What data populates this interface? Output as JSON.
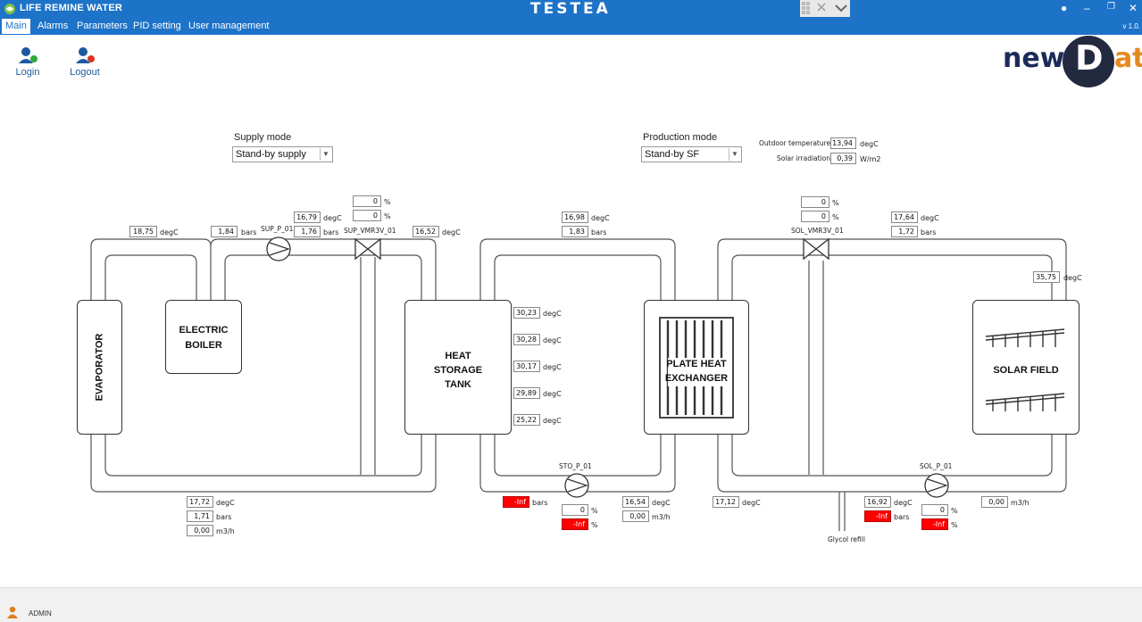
{
  "app": {
    "title": "LIFE REMINE WATER",
    "brand": "TESTEA",
    "version": "v 1.0."
  },
  "menu": [
    "Main",
    "Alarms",
    "Parameters",
    "PID setting",
    "User management"
  ],
  "toolbar": {
    "login": "Login",
    "logout": "Logout"
  },
  "logo": {
    "part1": "new",
    "part2": "D",
    "part3": "at"
  },
  "supply_mode": {
    "label": "Supply mode",
    "value": "Stand-by supply"
  },
  "production_mode": {
    "label": "Production mode",
    "value": "Stand-by SF"
  },
  "weather": {
    "outdoor_label": "Outdoor temperature",
    "outdoor_value": "13,94",
    "outdoor_unit": "degC",
    "irradiation_label": "Solar irradiation",
    "irradiation_value": "0,39",
    "irradiation_unit": "W/m2"
  },
  "units": {
    "degC": "degC",
    "bars": "bars",
    "pct": "%",
    "flow": "m3/h"
  },
  "components": {
    "evaporator": "EVAPORATOR",
    "boiler": [
      "ELECTRIC",
      "BOILER"
    ],
    "tank": [
      "HEAT",
      "STORAGE",
      "TANK"
    ],
    "phe": [
      "PLATE HEAT",
      "EXCHANGER"
    ],
    "solar": "SOLAR FIELD",
    "glycol": "Glycol refill"
  },
  "tags": {
    "sup_pump": "SUP_P_01",
    "sup_valve": "SUP_VMR3V_01",
    "sto_pump": "STO_P_01",
    "sol_valve": "SOL_VMR3V_01",
    "sol_pump": "SOL_P_01"
  },
  "values": {
    "t_evap_top": "18,75",
    "p_sup_in": "1,84",
    "t_sup_pump": "16,79",
    "p_sup_pump": "1,76",
    "sup_valve_a": "0",
    "sup_valve_b": "0",
    "t_sup_out": "16,52",
    "t_sto_in": "16,98",
    "p_sto_in": "1,83",
    "tank_t1": "30,23",
    "tank_t2": "30,28",
    "tank_t3": "30,17",
    "tank_t4": "29,89",
    "tank_t5": "25,22",
    "p_sto_pump": "-Inf",
    "sto_pump_pct": "0",
    "sto_pump_pct2": "-Inf",
    "t_sto_out": "16,54",
    "f_sto_out": "0,00",
    "t_evap_ret": "17,72",
    "p_evap_ret": "1,71",
    "f_evap_ret": "0,00",
    "sol_valve_a": "0",
    "sol_valve_b": "0",
    "t_sol_in": "17,64",
    "p_sol_in": "1,72",
    "t_solar_out": "35,75",
    "t_phe_ret": "17,12",
    "t_sol_pump": "16,92",
    "p_sol_pump": "-Inf",
    "sol_pump_pct": "0",
    "sol_pump_pct2": "-Inf",
    "f_sol_pump": "0,00"
  },
  "status": {
    "user": "ADMIN"
  },
  "colors": {
    "accent": "#1d73c8",
    "alarm": "#ff0000"
  }
}
